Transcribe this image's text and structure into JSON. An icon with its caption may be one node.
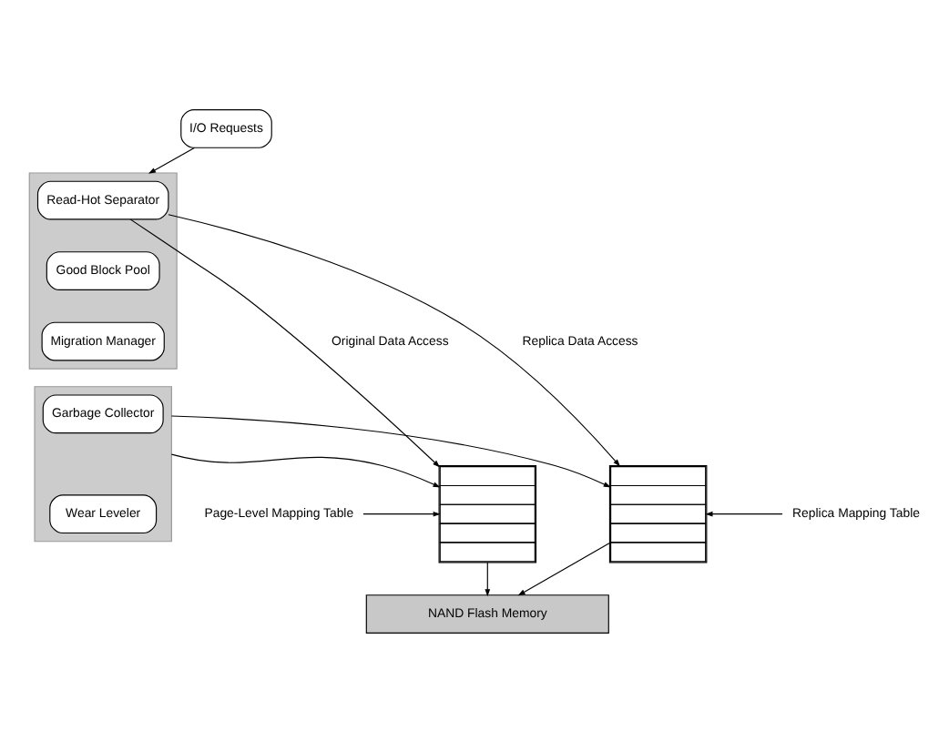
{
  "diagram": {
    "nodes": [
      {
        "text": [
          "I/O Requests"
        ]
      },
      {
        "text": [
          "Page-Level Mapping Table"
        ]
      },
      {
        "text": [],
        "shape": "table"
      },
      {
        "text": [],
        "shape": "box"
      },
      {
        "text": [
          "Read-Hot Separator"
        ],
        "in": 3
      },
      {
        "text": [
          "Good Block Pool"
        ],
        "in": 3
      },
      {
        "text": [
          "Migration Manager"
        ],
        "in": 3
      },
      {
        "text": [],
        "shape": "box"
      },
      {
        "text": [
          "Garbage Collector"
        ],
        "in": 7
      },
      {
        "text": [
          "Wear Leveler"
        ],
        "in": 7
      },
      {
        "text": [],
        "shape": "table"
      },
      {
        "text": [
          "Replica Mapping Table"
        ]
      },
      {
        "text": [
          "NAND Flash Memory"
        ]
      }
    ],
    "edges": [
      {
        "from": 0,
        "to": 3,
        "arrow": "to"
      },
      {
        "from": 4,
        "to": 2,
        "label": "Original Data Access",
        "arrow": "to"
      },
      {
        "from": 4,
        "to": 10,
        "label": "Replica Data Access",
        "arrow": "to"
      },
      {
        "from": 1,
        "to": 2,
        "arrow": "to"
      },
      {
        "from": 11,
        "to": 10,
        "arrow": "to"
      },
      {
        "from": 7,
        "to": 2,
        "arrow": "to"
      },
      {
        "from": 7,
        "to": 10,
        "arrow": "to"
      },
      {
        "from": 2,
        "to": 12,
        "arrow": "to"
      },
      {
        "from": 10,
        "to": 12,
        "arrow": "to"
      }
    ]
  }
}
